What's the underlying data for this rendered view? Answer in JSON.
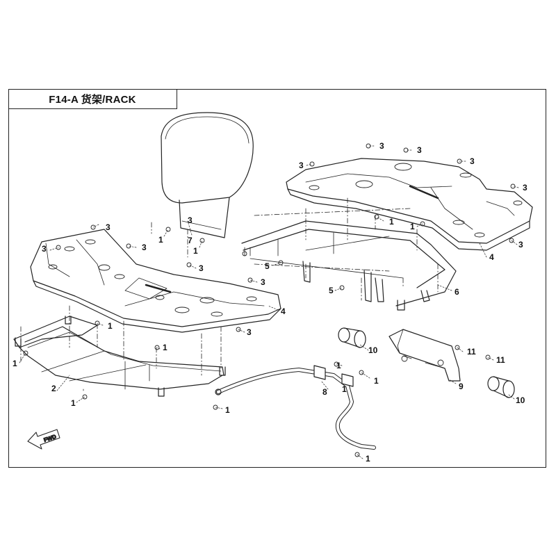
{
  "title": "F14-A 货架/RACK",
  "fwd_label": "FWD",
  "callouts": {
    "c1": "1",
    "c2": "1",
    "c3": "1",
    "c4": "1",
    "c5": "1",
    "c6": "1",
    "c7": "1",
    "c8": "1",
    "c9": "1",
    "c10": "1",
    "c11": "1",
    "c12": "1",
    "c13": "1",
    "c2a": "2",
    "c3a": "3",
    "c3b": "3",
    "c3c": "3",
    "c3d": "3",
    "c3e": "3",
    "c3f": "3",
    "c3g": "3",
    "c3h": "3",
    "c3i": "3",
    "c3j": "3",
    "c3k": "3",
    "c3l": "3",
    "c3m": "3",
    "c4a": "4",
    "c4b": "4",
    "c5a": "5",
    "c5b": "5",
    "c6a": "6",
    "c7a": "7",
    "c8a": "8",
    "c9a": "9",
    "c10a": "10",
    "c10b": "10",
    "c11a": "11",
    "c11b": "11"
  }
}
